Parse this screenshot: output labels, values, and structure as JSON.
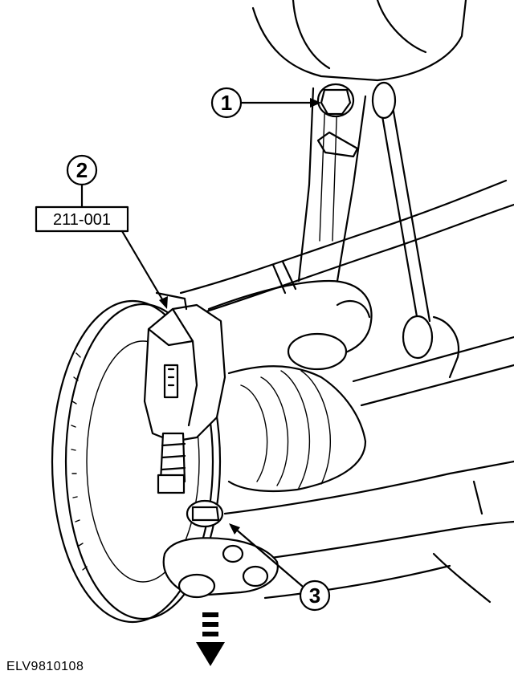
{
  "callouts": [
    {
      "number": "1"
    },
    {
      "number": "2",
      "tool_label": "211-001"
    },
    {
      "number": "3"
    }
  ],
  "figure_id": "ELV9810108"
}
